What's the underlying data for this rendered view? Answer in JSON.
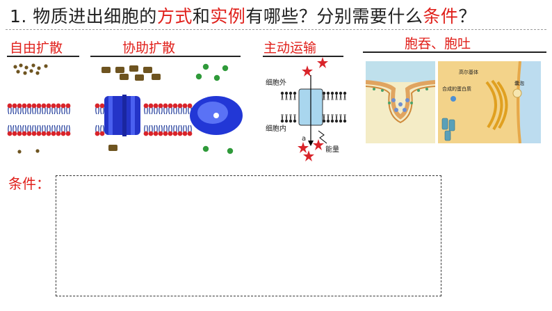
{
  "question": {
    "prefix": "1. 物质进出细胞的",
    "word_method": "方式",
    "mid1": "和",
    "word_example": "实例",
    "mid2": "有哪些？分别需要什么",
    "word_condition": "条件",
    "suffix": "？"
  },
  "sections": {
    "simple_diffusion": "自由扩散",
    "facilitated_diffusion": "协助扩散",
    "active_transport": "主动运输",
    "endo_exocytosis": "胞吞、胞吐"
  },
  "active_transport_labels": {
    "outside": "细胞外",
    "inside": "细胞内",
    "carrier": "a",
    "energy": "能量"
  },
  "exocytosis_labels": {
    "golgi": "高尔基体",
    "protein": "合成的蛋白质",
    "vesicle": "囊泡"
  },
  "condition": {
    "label": "条件："
  },
  "colors": {
    "accent_red": "#e0201b",
    "lipid_head": "#d9242a",
    "lipid_tail": "#1f3a9a",
    "channel_blue": "#2a3fd8",
    "brown_particle": "#6e5420",
    "green_particle": "#2f9a3a"
  }
}
